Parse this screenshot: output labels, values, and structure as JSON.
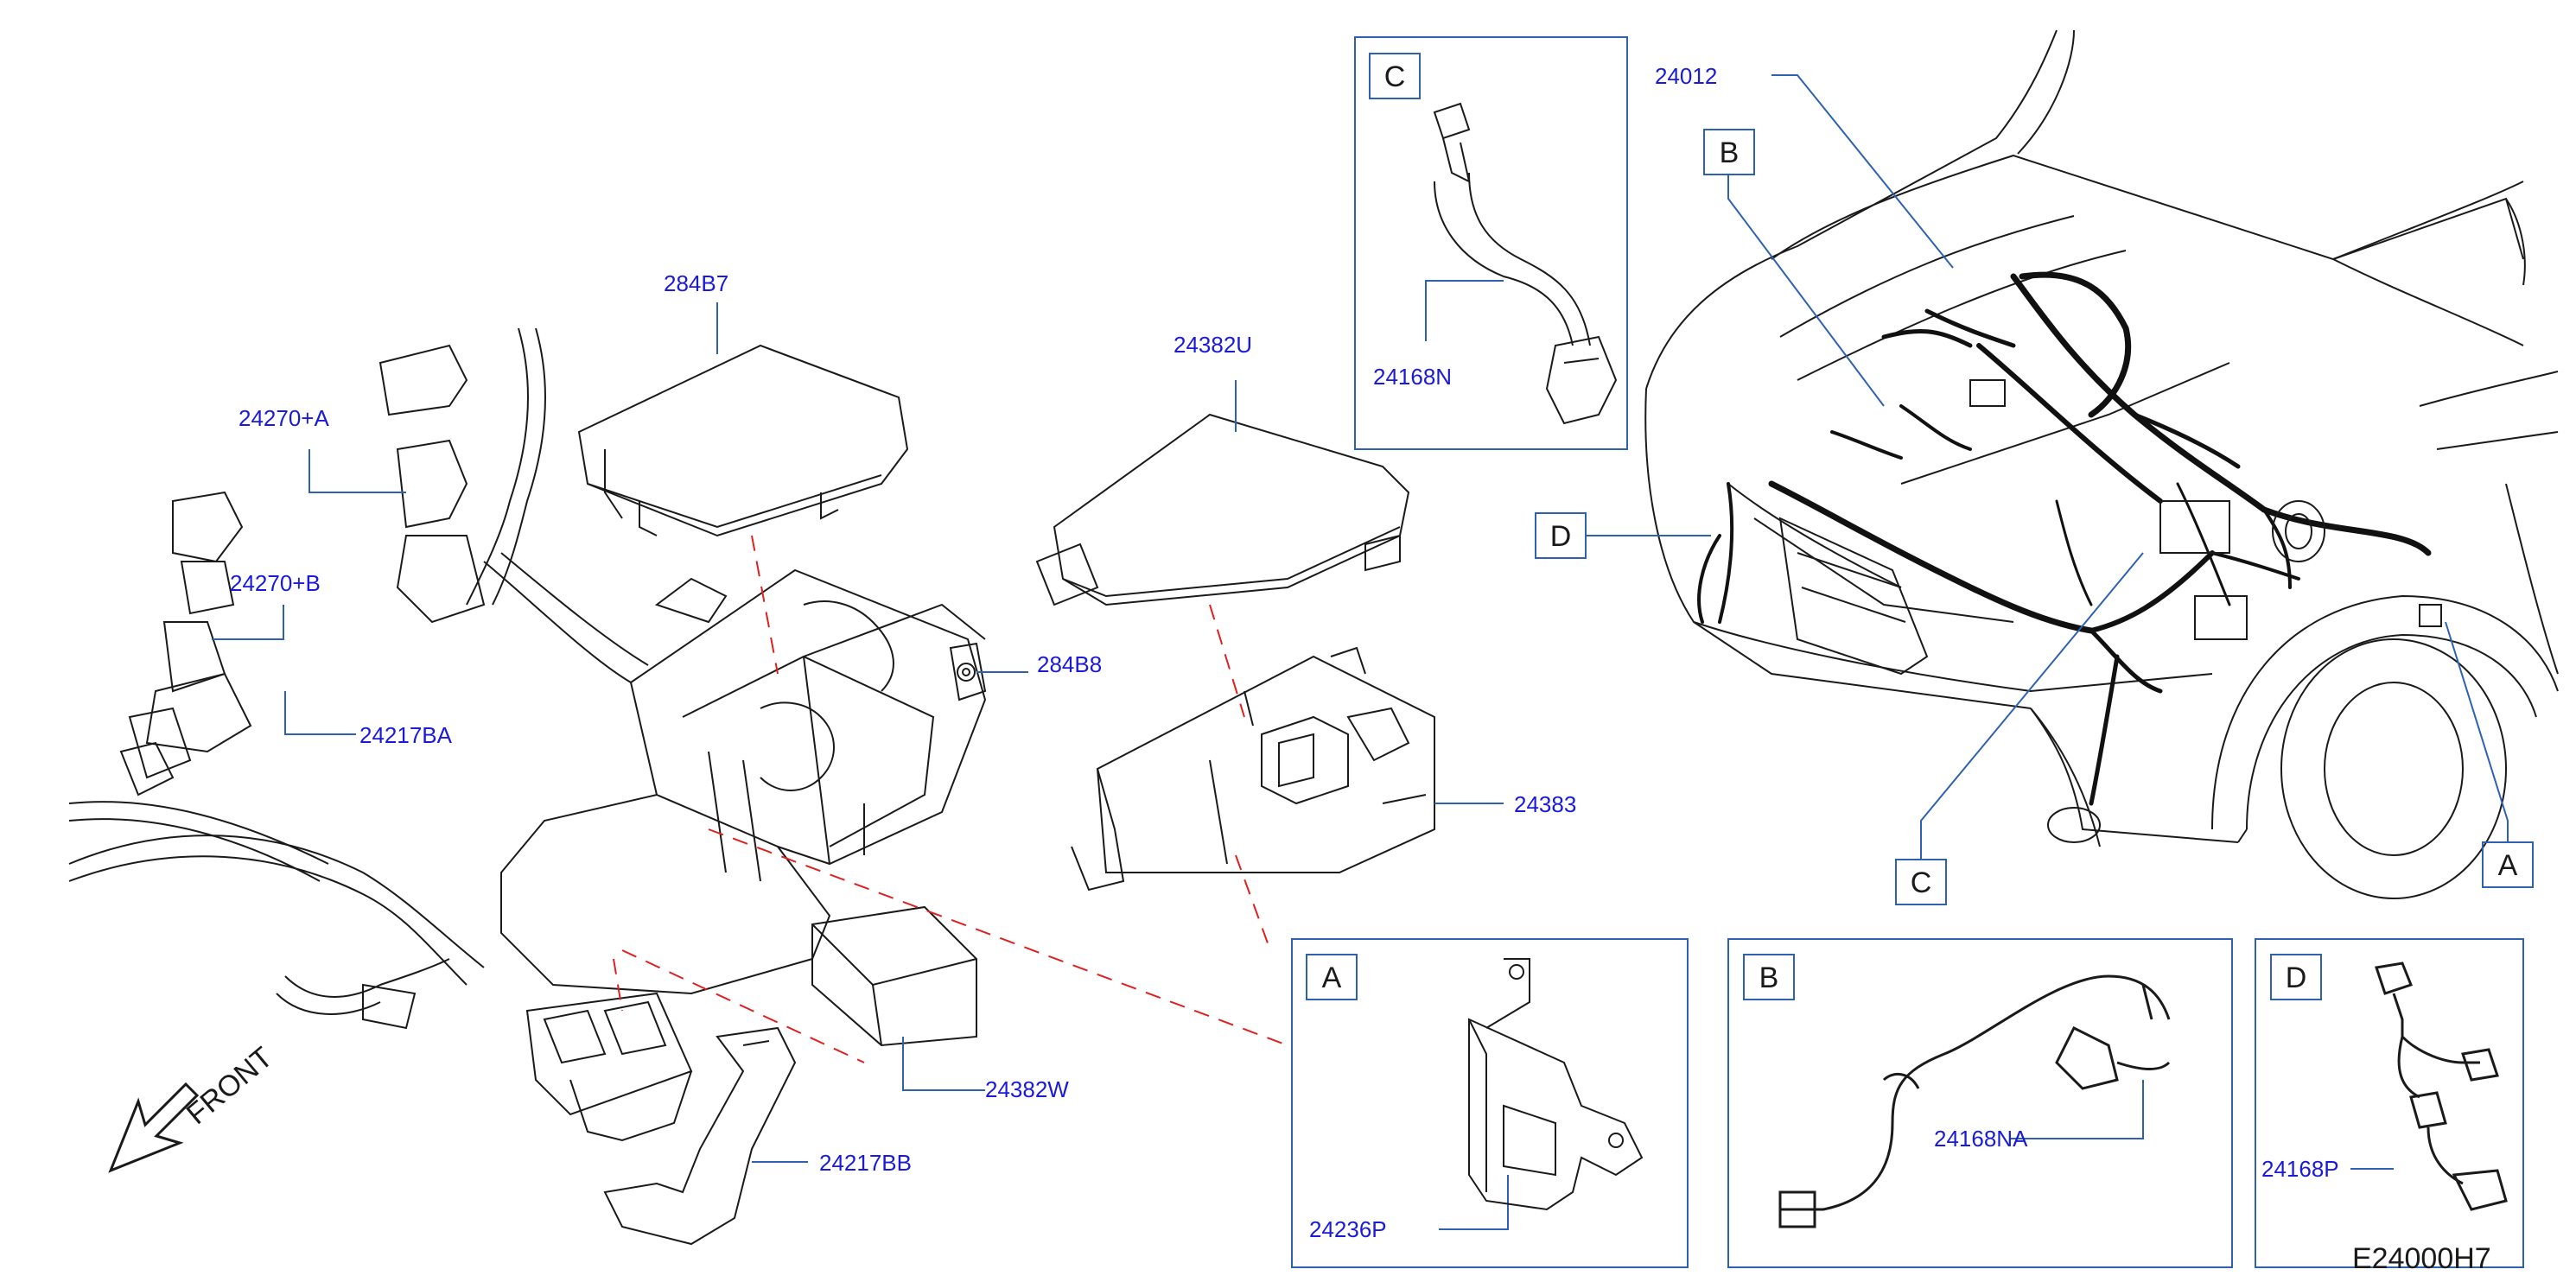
{
  "colors": {
    "label": "#1a1adb",
    "line": "#2e62b0",
    "dashed": "#e02020",
    "drawing": "#1a1a1a",
    "harness": "#111111"
  },
  "labels": {
    "p24012": "24012",
    "p284B7": "284B7",
    "p24382U": "24382U",
    "p24270A": "24270+A",
    "p24270B": "24270+B",
    "p24217BA": "24217BA",
    "p284B8": "284B8",
    "p24383": "24383",
    "p24382W": "24382W",
    "p24217BB": "24217BB",
    "p24168N": "24168N",
    "p24236P": "24236P",
    "p24168NA": "24168NA",
    "p24168P": "24168P"
  },
  "callouts": {
    "A": "A",
    "B": "B",
    "C": "C",
    "D": "D"
  },
  "front_label": "FRONT",
  "drawing_code": "E24000H7",
  "icons": {
    "front_arrow": "front-arrow-icon"
  }
}
